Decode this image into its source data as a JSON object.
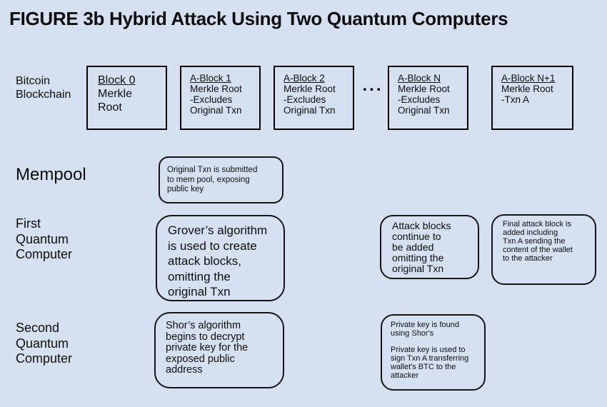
{
  "title": "FIGURE 3b Hybrid Attack Using Two Quantum Computers",
  "colors": {
    "background": "#d5e1f1",
    "border": "#000000",
    "text": "#0d0d0d"
  },
  "blockchain": {
    "label": "Bitcoin\nBlockchain",
    "ellipsis": "...",
    "blocks": [
      {
        "title": "Block 0",
        "body": "Merkle\nRoot"
      },
      {
        "title": "A-Block 1",
        "body": "Merkle Root\n -Excludes\nOriginal Txn"
      },
      {
        "title": "A-Block 2",
        "body": "Merkle Root\n -Excludes\nOriginal Txn"
      },
      {
        "title": "A-Block N",
        "body": "Merkle Root\n -Excludes\nOriginal Txn"
      },
      {
        "title": "A-Block N+1",
        "body": "Merkle Root\n -Txn A"
      }
    ]
  },
  "mempool": {
    "label": "Mempool",
    "note": "Original Txn is submitted\nto mem pool, exposing\npublic key"
  },
  "first_qc": {
    "label": "First\nQuantum\nComputer",
    "grover_note": "Grover’s algorithm\nis used to create\nattack blocks,\nomitting the\noriginal Txn",
    "continue_note": "Attack blocks\ncontinue to\nbe added\nomitting the\noriginal Txn",
    "final_note": "Final attack block is\nadded including\nTxn A sending  the\ncontent of the wallet\nto the attacker"
  },
  "second_qc": {
    "label": "Second\nQuantum\nComputer",
    "shor_note": "Shor’s algorithm\nbegins to decrypt\nprivate key for the\nexposed public\naddress",
    "key_note": "Private key is found\nusing Shor's\n\nPrivate key is used to\nsign Txn A transferring\nwallet's BTC to the\nattacker"
  }
}
